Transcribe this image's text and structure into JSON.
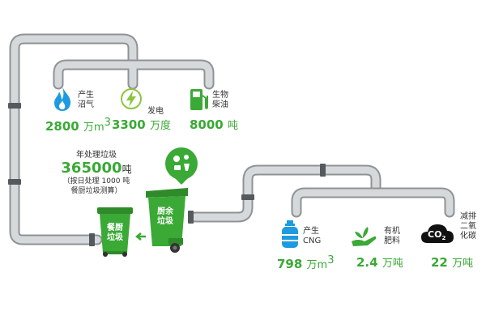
{
  "products_top": [
    {
      "icon": "flame-icon",
      "label": [
        "产生",
        "沼气"
      ],
      "value": "2800",
      "unit": "万m",
      "sup": "3"
    },
    {
      "icon": "lightning-icon",
      "label": [
        "发电"
      ],
      "value": "3300",
      "unit": "万度",
      "sup": ""
    },
    {
      "icon": "fuel-pump-icon",
      "label": [
        "生物",
        "柴油"
      ],
      "value": "8000",
      "unit": "吨",
      "sup": ""
    }
  ],
  "products_bottom": [
    {
      "icon": "gas-cylinder-icon",
      "label": [
        "产生",
        "CNG"
      ],
      "value": "798",
      "unit": "万m",
      "sup": "3"
    },
    {
      "icon": "plant-hand-icon",
      "label": [
        "有机",
        "肥料"
      ],
      "value": "2.4",
      "unit": "万吨",
      "sup": ""
    },
    {
      "icon": "co2-cloud-icon",
      "label": [
        "减排",
        "二氧",
        "化碳"
      ],
      "value": "22",
      "unit": "万吨",
      "sup": ""
    }
  ],
  "info": {
    "title": "年处理垃圾",
    "amount": "365000",
    "amount_unit": "吨",
    "note1": "（按日处理 1000 吨",
    "note2": "餐厨垃圾测算）"
  },
  "bins": {
    "left": [
      "餐厨",
      "垃圾"
    ],
    "right": [
      "厨余",
      "垃圾"
    ]
  },
  "co2_glyph": "CO",
  "co2_sub": "2",
  "colors": {
    "green": "#3aa935",
    "pipe": "#c9ccce",
    "dark": "#222222"
  }
}
